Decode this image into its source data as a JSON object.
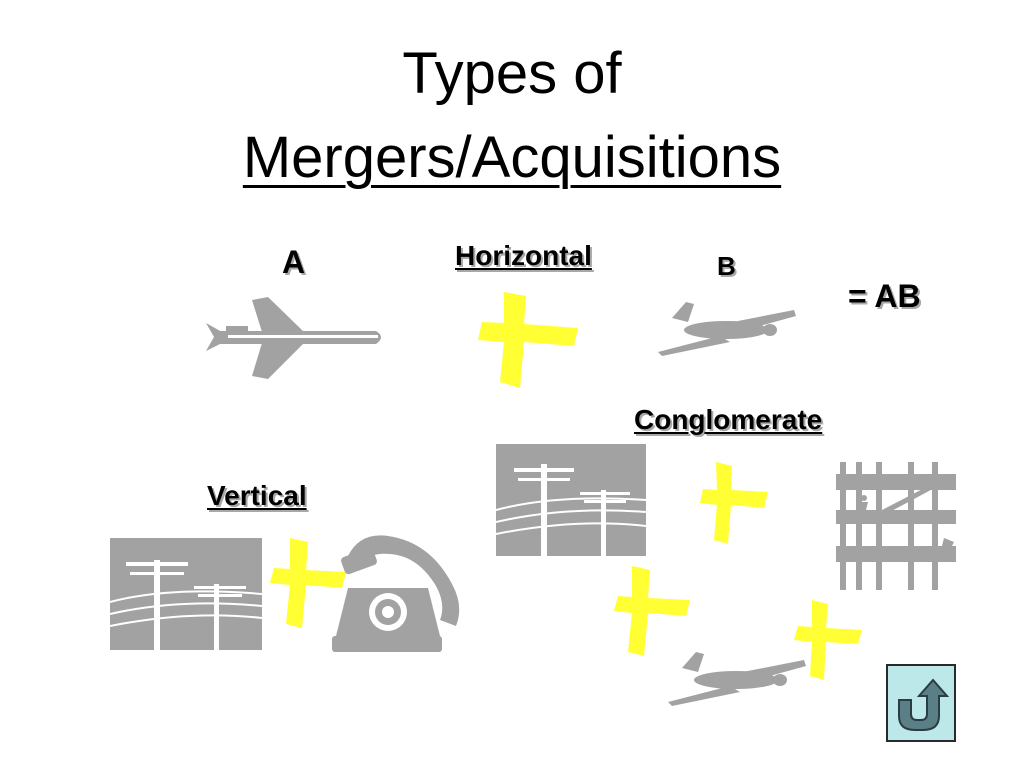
{
  "slide": {
    "title_line1": "Types of",
    "title_line2": "Mergers/Acquisitions"
  },
  "labels": {
    "a": "A",
    "horizontal": "Horizontal",
    "b": "B",
    "result": "= AB",
    "conglomerate": "Conglomerate",
    "vertical": "Vertical"
  },
  "colors": {
    "clipart_gray": "#a2a2a2",
    "plus_yellow": "#ffff33",
    "button_fill": "#bde8ea",
    "arrow_fill": "#5b7f86"
  },
  "icons": {
    "return_button": "u-turn-arrow-icon"
  }
}
